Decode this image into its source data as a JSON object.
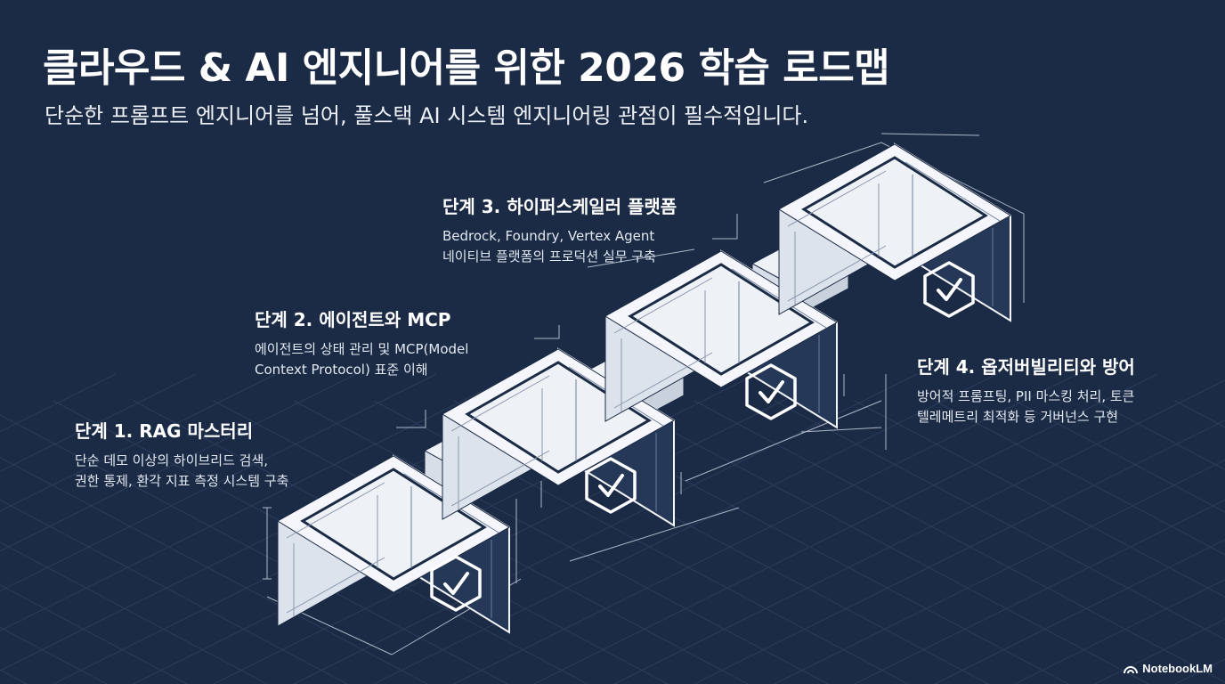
{
  "page": {
    "title": "클라우드 & AI 엔지니어를 위한 2026 학습 로드맵",
    "subtitle": "단순한 프롬프트 엔지니어를 넘어, 풀스택 AI 시스템 엔지니어링 관점이 필수적입니다."
  },
  "stages": [
    {
      "title": "단계 1. RAG 마스터리",
      "lines": [
        "단순 데모 이상의 하이브리드 검색,",
        "권한 통제, 환각 지표 측정 시스템 구축"
      ]
    },
    {
      "title": "단계 2. 에이전트와 MCP",
      "lines": [
        "에이전트의 상태 관리 및 MCP(Model",
        "Context Protocol) 표준 이해"
      ]
    },
    {
      "title": "단계 3. 하이퍼스케일러 플랫폼",
      "lines": [
        "Bedrock, Foundry, Vertex Agent",
        "네이티브 플랫폼의 프로덕션 실무 구축"
      ]
    },
    {
      "title": "단계 4. 옵저버빌리티와 방어",
      "lines": [
        "방어적 프롬프팅, PII 마스킹 처리, 토큰",
        "텔레메트리 최적화 등 거버넌스 구현"
      ]
    }
  ],
  "icons": {
    "step_badge": "shield-check-icon",
    "brand_logo": "notebooklm-logo-icon"
  },
  "brand": {
    "label": "NotebookLM"
  },
  "colors": {
    "background": "#1b2a45",
    "block_top": "#f4f6fb",
    "block_front": "#dde3ec",
    "block_side": "#263858",
    "text": "#ffffff"
  }
}
